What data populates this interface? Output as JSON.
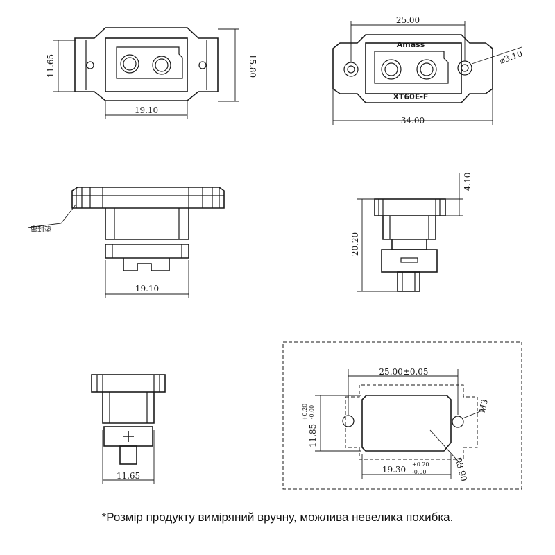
{
  "views": {
    "front": {
      "height_left": "11.65",
      "height_right": "15.80",
      "width": "19.10"
    },
    "front_brand": {
      "width_top": "25.00",
      "hole": "⌀3.10",
      "width_bottom": "34.00",
      "brand": "Amass",
      "model": "XT60E-F"
    },
    "side_left": {
      "gasket": "密封垫",
      "width": "19.10"
    },
    "side_right": {
      "flange": "4.10",
      "height": "20.20"
    },
    "rear": {
      "width": "11.65",
      "mark": "+"
    },
    "panel_cutout": {
      "pitch": "25.00±0.05",
      "height": "11.85",
      "height_tol_plus": "+0.20",
      "height_tol_minus": "-0.00",
      "screw": "M3",
      "radius": "R3.90",
      "width": "19.30",
      "width_tol_plus": "+0.20",
      "width_tol_minus": "-0.00"
    }
  },
  "footnote": "*Розмір продукту виміряний вручну, можлива невелика похибка."
}
